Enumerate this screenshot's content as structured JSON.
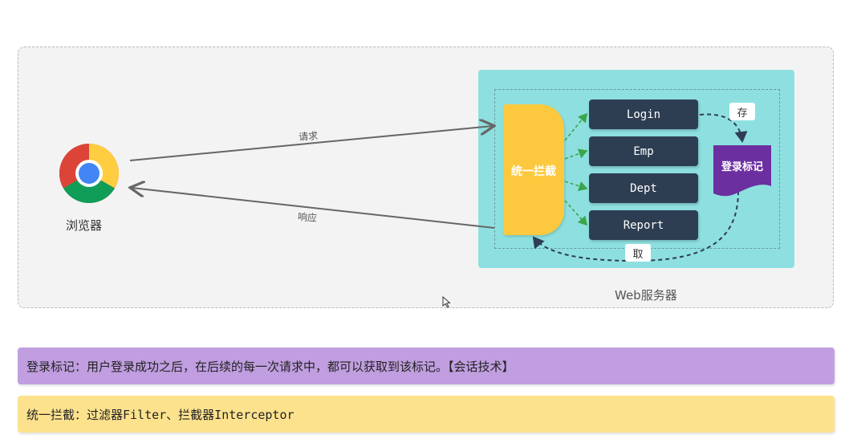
{
  "browser": {
    "label": "浏览器",
    "icon": "chrome-icon"
  },
  "request_label": "请求",
  "response_label": "响应",
  "server": {
    "label": "Web服务器"
  },
  "interceptor": {
    "label": "统一拦截"
  },
  "routes": [
    "Login",
    "Emp",
    "Dept",
    "Report"
  ],
  "login_mark": {
    "label": "登录标记"
  },
  "store_label": "存",
  "fetch_label": "取",
  "notes": {
    "login_mark": "登录标记：用户登录成功之后，在后续的每一次请求中，都可以获取到该标记。【会话技术】",
    "interceptor": "统一拦截：过滤器Filter、拦截器Interceptor"
  },
  "colors": {
    "server_bg": "#8ee0e0",
    "interceptor": "#fcc93e",
    "route_bg": "#2e3e52",
    "login_mark": "#6b2fa0",
    "note_purple": "#c09ee0",
    "note_yellow": "#fde28e",
    "arrow_green": "#3aa64a"
  }
}
